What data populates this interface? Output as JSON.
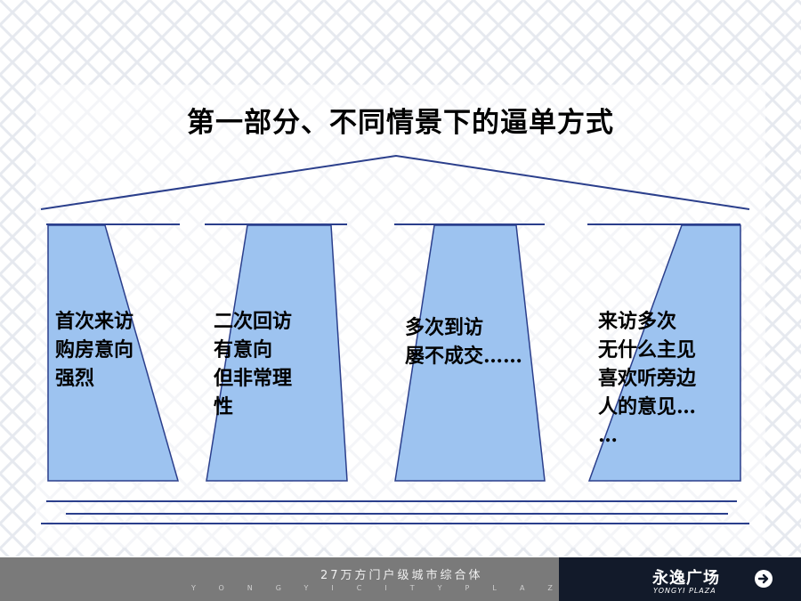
{
  "slide": {
    "title": "第一部分、不同情景下的逼单方式"
  },
  "pillars": [
    {
      "lines": [
        "首次来访",
        "购房意向",
        "强烈"
      ]
    },
    {
      "lines": [
        "二次回访",
        "有意向",
        "但非常理",
        "性"
      ]
    },
    {
      "lines": [
        "多次到访",
        "屡不成交……"
      ]
    },
    {
      "lines": [
        "来访多次",
        "无什么主见",
        "喜欢听旁边",
        "人的意见…",
        "…"
      ]
    }
  ],
  "footer": {
    "slogan": "27万方门户级城市综合体",
    "sub": "YONGYICITYPLAZA",
    "brand": "永逸广场",
    "brand_sub": "YONGYI PLAZA"
  },
  "icons": {
    "next": "arrow-right-circle-icon"
  },
  "colors": {
    "pillar_fill": "#9dc3f0",
    "line": "#2b3f8c",
    "footer_dark": "#121a2a"
  }
}
